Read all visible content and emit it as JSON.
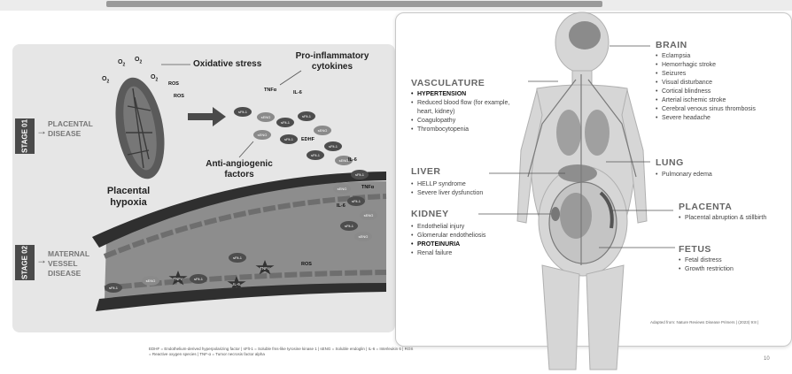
{
  "stages": {
    "stage1": {
      "badge": "STAGE 01",
      "label": "PLACENTAL DISEASE"
    },
    "stage2": {
      "badge": "STAGE 02",
      "label": "MATERNAL VESSEL DISEASE"
    }
  },
  "left": {
    "oxidative_stress": "Oxidative stress",
    "pro_inflammatory": "Pro-inflammatory cytokines",
    "anti_angiogenic": "Anti-angiogenic factors",
    "placental_hypoxia": "Placental hypoxia",
    "o2": "O",
    "ros": "ROS",
    "tnf": "TNFα",
    "il6": "IL-6",
    "sflt": "sFlt-1",
    "seng": "sENG",
    "edhf": "EDHF"
  },
  "right": {
    "vasculature": {
      "title": "VASCULATURE",
      "items": [
        "HYPERTENSION",
        "Reduced blood flow (for example, heart, kidney)",
        "Coagulopathy",
        "Thrombocytopenia"
      ]
    },
    "liver": {
      "title": "LIVER",
      "items": [
        "HELLP syndrome",
        "Severe liver dysfunction"
      ]
    },
    "kidney": {
      "title": "KIDNEY",
      "items": [
        "Endothelial injury",
        "Glomerular endotheliosis",
        "PROTEINURIA",
        "Renal failure"
      ]
    },
    "brain": {
      "title": "BRAIN",
      "items": [
        "Eclampsia",
        "Hemorrhagic stroke",
        "Seizures",
        "Visual disturbance",
        "Cortical blindness",
        "Arterial ischemic stroke",
        "Cerebral venous sinus thrombosis",
        "Severe headache"
      ]
    },
    "lung": {
      "title": "LUNG",
      "items": [
        "Pulmonary edema"
      ]
    },
    "placenta": {
      "title": "PLACENTA",
      "items": [
        "Placental abruption & stillbirth"
      ]
    },
    "fetus": {
      "title": "FETUS",
      "items": [
        "Fetal distress",
        "Growth restriction"
      ]
    },
    "source": "Adapted from: Nature Reviews Disease Primers | (2023) 9:8 |"
  },
  "footnote": "EDHF = Endothelium-derived hyperpolarizing factor | sFlt-1 = Soluble fms-like tyrosine kinase 1 | sENG = Soluble endoglin | IL-6 = Interleukin 6 | ROS = Reactive oxygen species | TNF-α = Tumor necrosis factor alpha",
  "page_number": "10",
  "colors": {
    "panel_bg": "#e6e6e6",
    "dark": "#4a4a4a",
    "vessel_wall": "#2f2f2f",
    "vessel_lumen": "#8d8d8d",
    "body_fill": "#d6d6d6"
  }
}
